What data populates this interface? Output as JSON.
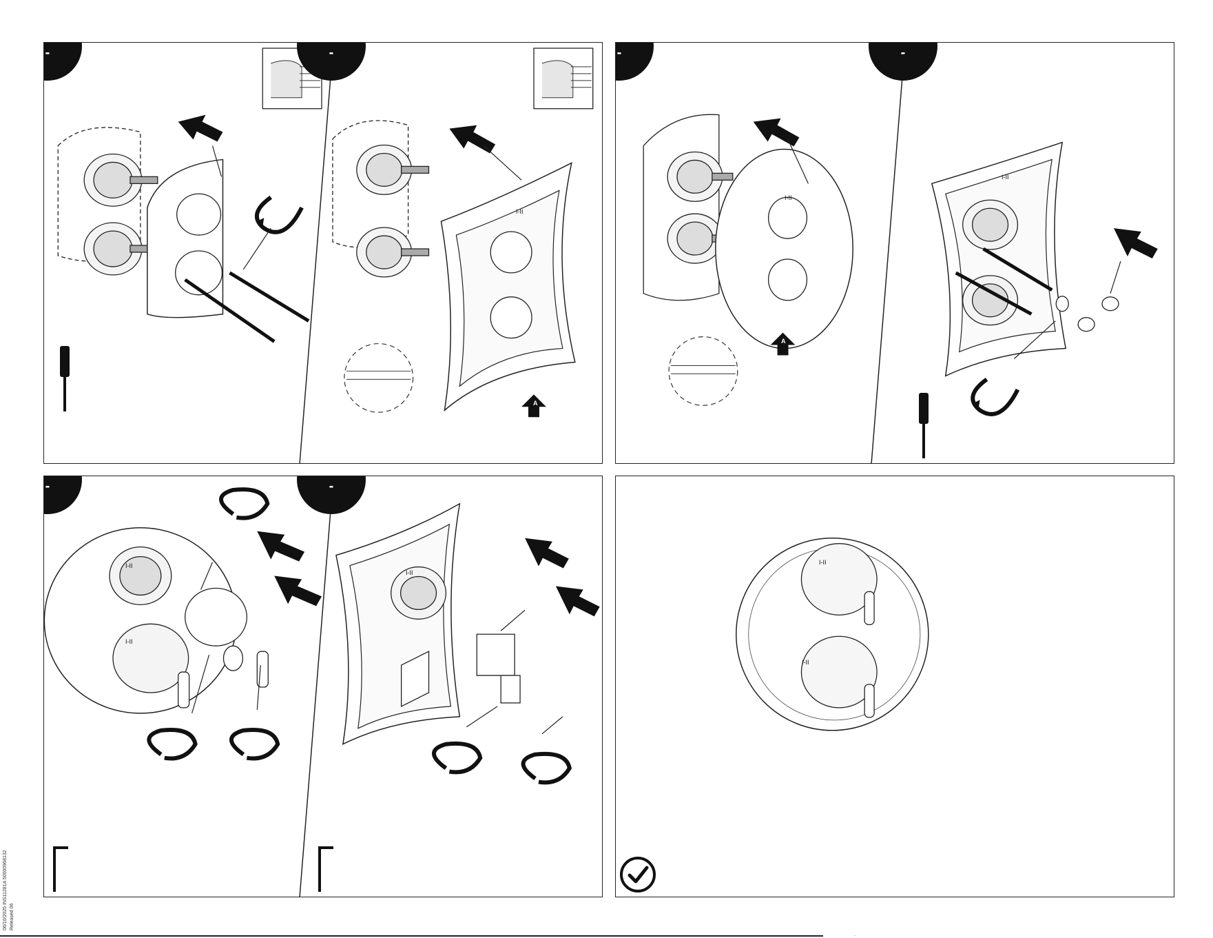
{
  "steps": [
    {
      "badge": "-"
    },
    {
      "badge": "-"
    },
    {
      "badge": "-"
    },
    {
      "badge": "-"
    },
    {
      "badge": "-"
    },
    {
      "badge": "-"
    }
  ],
  "labels": {
    "temp_scale": "I-II",
    "marker_a": "A"
  },
  "footer": {
    "doc_code": "06/10/2025 INS11281A 50000968132",
    "released": "Released 06",
    "mark": "."
  },
  "icons": {
    "check": "checkmark-circle-icon",
    "screwdriver": "screwdriver-icon",
    "allen_key": "allen-key-icon",
    "rotate": "rotate-arrow-icon",
    "push": "push-arrow-icon"
  }
}
